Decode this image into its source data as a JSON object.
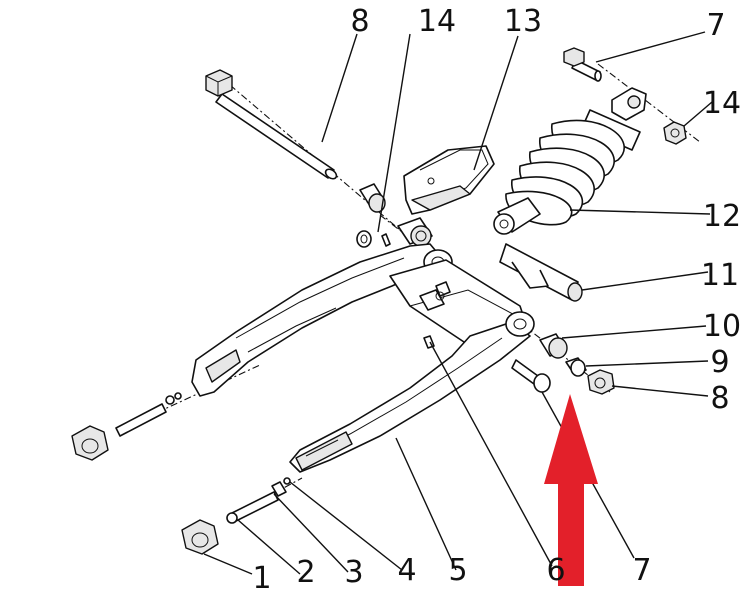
{
  "callouts": [
    {
      "id": "c8-top",
      "label": "8"
    },
    {
      "id": "c14-top",
      "label": "14"
    },
    {
      "id": "c13",
      "label": "13"
    },
    {
      "id": "c7-top",
      "label": "7"
    },
    {
      "id": "c14-right",
      "label": "14"
    },
    {
      "id": "c12",
      "label": "12"
    },
    {
      "id": "c11",
      "label": "11"
    },
    {
      "id": "c10",
      "label": "10"
    },
    {
      "id": "c9",
      "label": "9"
    },
    {
      "id": "c8-right",
      "label": "8"
    },
    {
      "id": "c1",
      "label": "1"
    },
    {
      "id": "c2",
      "label": "2"
    },
    {
      "id": "c3",
      "label": "3"
    },
    {
      "id": "c4",
      "label": "4"
    },
    {
      "id": "c5",
      "label": "5"
    },
    {
      "id": "c6",
      "label": "6"
    },
    {
      "id": "c7-bottom",
      "label": "7"
    }
  ],
  "colors": {
    "arrow": "#e3202a",
    "line": "#111111",
    "background": "#ffffff"
  }
}
